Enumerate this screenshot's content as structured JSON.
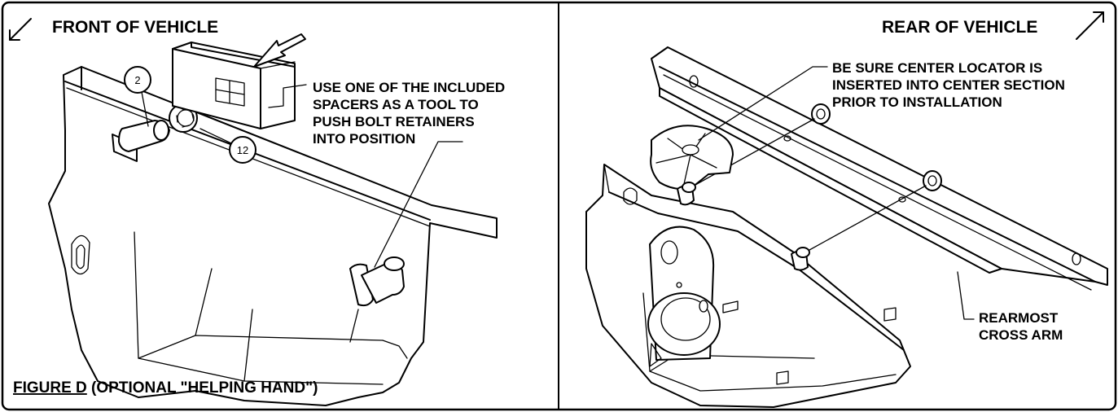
{
  "left_panel": {
    "direction_label": "FRONT OF VEHICLE",
    "callout_2": "2",
    "callout_12": "12",
    "note_lines": [
      "USE ONE OF THE INCLUDED",
      "SPACERS AS A TOOL TO",
      "PUSH BOLT RETAINERS",
      "INTO POSITION"
    ],
    "caption_underlined": "FIGURE D",
    "caption_rest": " (OPTIONAL \"HELPING HAND\")"
  },
  "right_panel": {
    "direction_label": "REAR OF VEHICLE",
    "note_lines": [
      "BE SURE CENTER LOCATOR IS",
      "INSERTED INTO CENTER SECTION",
      "PRIOR TO INSTALLATION"
    ],
    "arm_label_lines": [
      "REARMOST",
      "CROSS ARM"
    ]
  },
  "colors": {
    "ink": "#000000",
    "paper": "#ffffff"
  }
}
